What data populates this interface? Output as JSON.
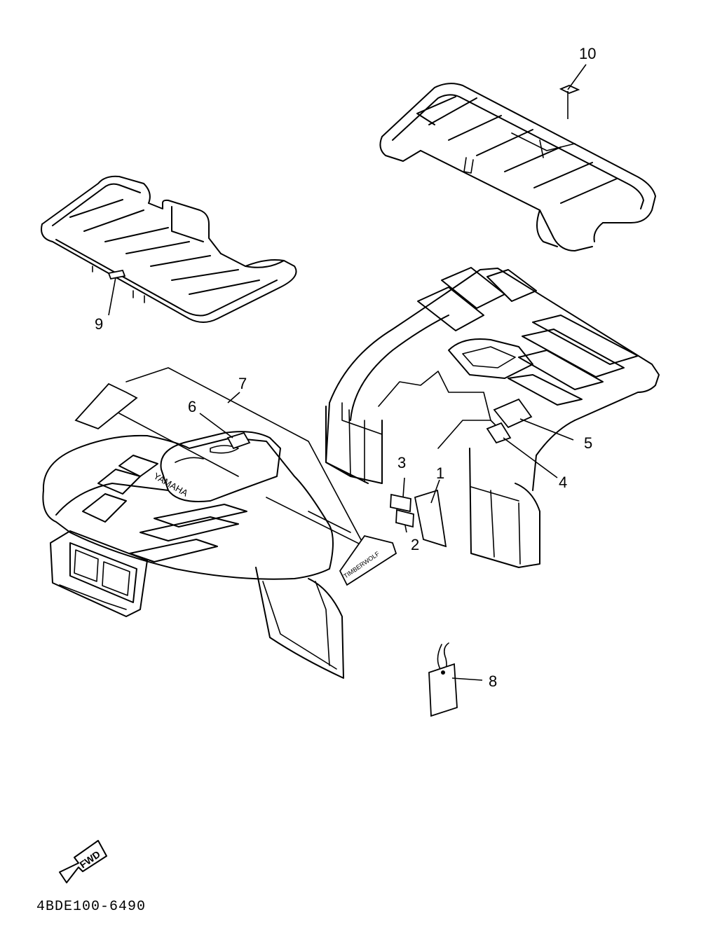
{
  "callouts": {
    "c1": "1",
    "c2": "2",
    "c3": "3",
    "c4": "4",
    "c5": "5",
    "c6": "6",
    "c7": "7",
    "c8": "8",
    "c9": "9",
    "c10": "10"
  },
  "labels": {
    "tank_brand": "YAMAHA",
    "side_decal": "TIMBERWOLF",
    "direction": "FWD"
  },
  "diagram_code": "4BDE100-6490"
}
